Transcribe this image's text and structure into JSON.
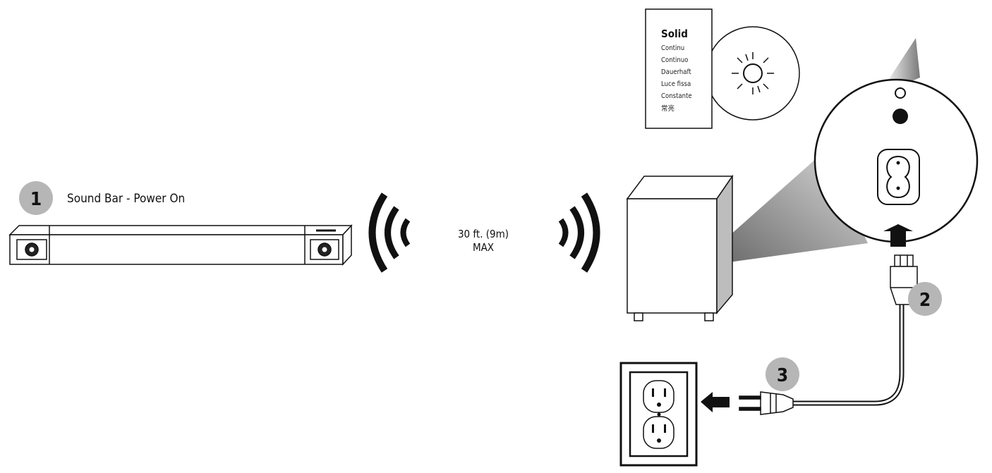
{
  "steps": [
    {
      "number": "1",
      "label": "Sound Bar - Power On"
    },
    {
      "number": "2",
      "label": ""
    },
    {
      "number": "3",
      "label": ""
    }
  ],
  "range": {
    "line1": "30 ft. (9m)",
    "line2": "MAX"
  },
  "led_card": {
    "title": "Solid",
    "translations": [
      "Continu",
      "Continuo",
      "Dauerhaft",
      "Luce fissa",
      "Constante",
      "常亮"
    ]
  },
  "icons": [
    "wireless-waves-icon",
    "arrow-icon",
    "led-light-icon",
    "power-plug-icon",
    "wall-outlet-icon"
  ],
  "colors": {
    "badge": "#b6b6b6",
    "ink": "#111111",
    "beam": "#9a9a9a"
  }
}
